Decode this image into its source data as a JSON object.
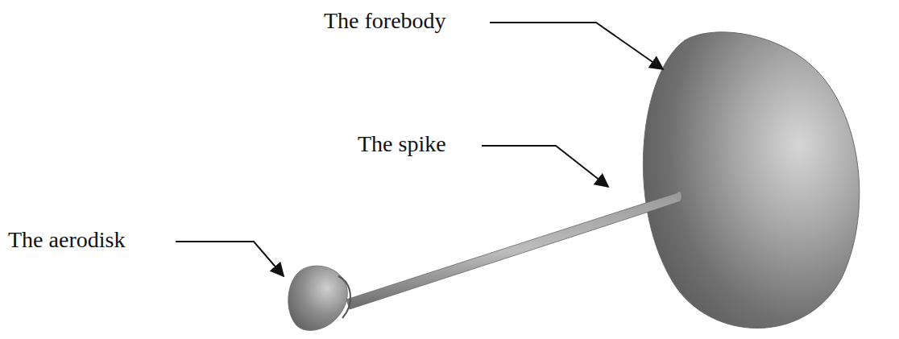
{
  "diagram": {
    "labels": [
      "The forebody",
      "The spike",
      "The aerodisk"
    ]
  }
}
